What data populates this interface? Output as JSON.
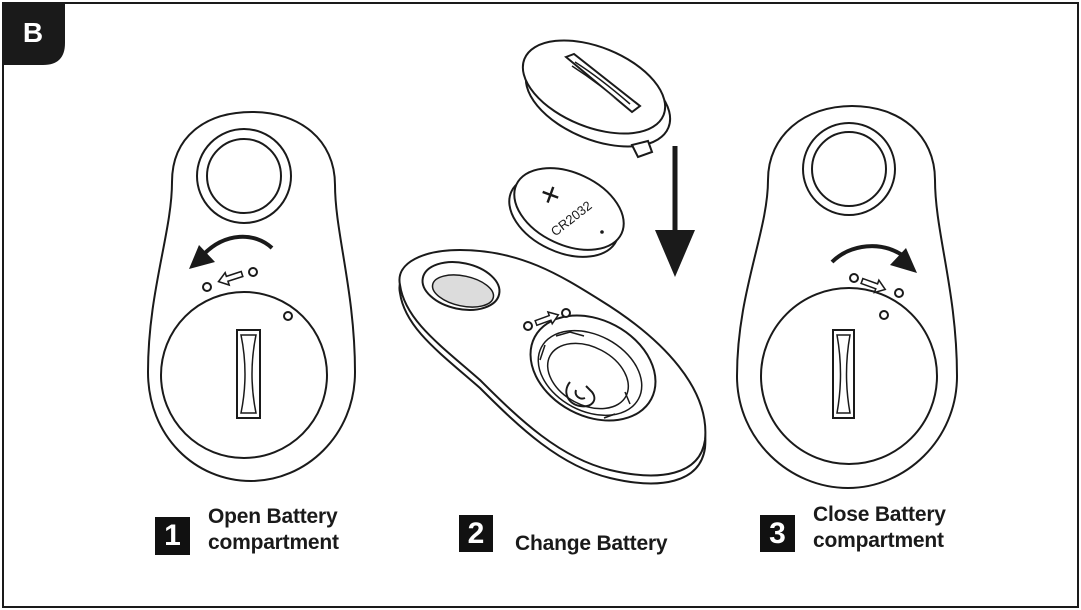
{
  "figure": {
    "tab_label": "B"
  },
  "steps": [
    {
      "number": "1",
      "label_lines": [
        "Open Battery",
        "compartment"
      ]
    },
    {
      "number": "2",
      "label_lines": [
        "Change Battery"
      ]
    },
    {
      "number": "3",
      "label_lines": [
        "Close Battery",
        "compartment"
      ]
    }
  ],
  "battery": {
    "polarity": "+",
    "model": "CR2032"
  },
  "colors": {
    "ink": "#1a1a1a",
    "paper": "#ffffff"
  }
}
